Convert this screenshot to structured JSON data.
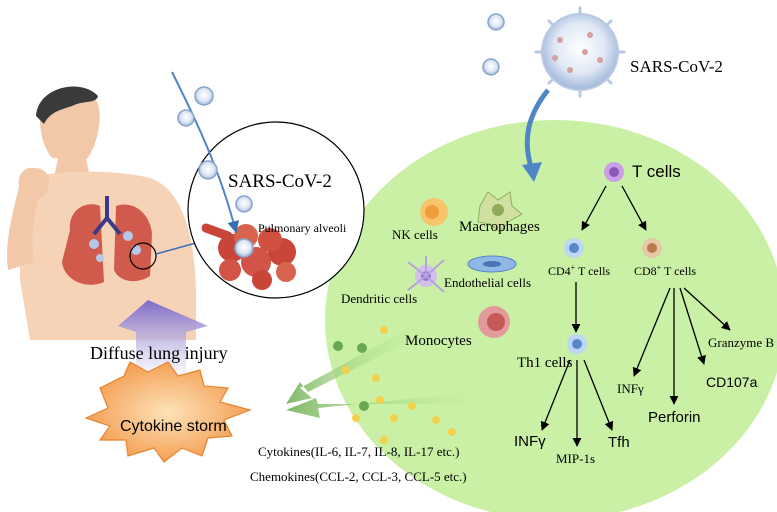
{
  "virus_label_top": "SARS-CoV-2",
  "virus_label_alveoli": "SARS-CoV-2",
  "alveoli_label": "Pulmonary alveoli",
  "innate_cells": {
    "nk": "NK cells",
    "macrophages": "Macrophages",
    "dendritic": "Dendritic cells",
    "endothelial": "Endothelial cells",
    "monocytes": "Monocytes"
  },
  "t_cells": {
    "title": "T cells",
    "cd4": "CD4",
    "cd4_tail": " T cells",
    "cd8": "CD8",
    "cd8_tail": " T cells",
    "sup_plus": "+",
    "th1": "Th1 cells"
  },
  "th1_outputs": [
    "INFγ",
    "MIP-1s",
    "Tfh"
  ],
  "cd8_outputs": [
    "INFγ",
    "Perforin",
    "CD107a",
    "Granzyme B"
  ],
  "lung_injury": "Diffuse lung injury",
  "storm": "Cytokine storm",
  "cytokines": "Cytokines(IL-6, IL-7, IL-8, IL-17  etc.)",
  "chemokines": "Chemokines(CCL-2, CCL-3, CCL-5  etc.)",
  "colors": {
    "green_panel": "#c8f2a0",
    "arrow_blue": "#4f86c6",
    "storm_orange": "#f4a45c",
    "lung_red": "#c9453a",
    "skin": "#f2c8a8"
  }
}
